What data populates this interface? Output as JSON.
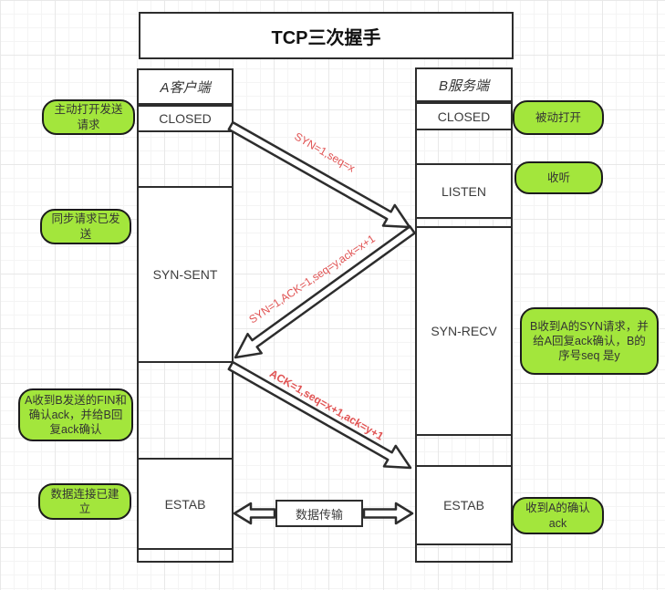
{
  "title": "TCP三次握手",
  "client": {
    "header": "A客户端",
    "states": [
      {
        "id": "closed",
        "label": "CLOSED"
      },
      {
        "id": "syn-sent",
        "label": "SYN-SENT"
      },
      {
        "id": "estab",
        "label": "ESTAB"
      }
    ]
  },
  "server": {
    "header": "B服务端",
    "states": [
      {
        "id": "closed",
        "label": "CLOSED"
      },
      {
        "id": "listen",
        "label": "LISTEN"
      },
      {
        "id": "syn-recv",
        "label": "SYN-RECV"
      },
      {
        "id": "estab",
        "label": "ESTAB"
      }
    ]
  },
  "arrows": {
    "syn_label": "SYN=1,seq=x",
    "syn_ack_label": "SYN=1,ACK=1,seq=y,ack=x+1",
    "ack_label": "ACK=1,seq=x+1,ack=y+1",
    "data_transfer_label": "数据传输"
  },
  "callouts": {
    "left": [
      {
        "id": "active-open",
        "text": "主动打开发送\n请求"
      },
      {
        "id": "syn-sent-note",
        "text": "同步请求已发\n送"
      },
      {
        "id": "fin-ack-note",
        "text": "A收到B发送的FIN和\n确认ack，并给B回\n复ack确认"
      },
      {
        "id": "data-established",
        "text": "数据连接已建\n立"
      }
    ],
    "right": [
      {
        "id": "passive-open",
        "text": "被动打开"
      },
      {
        "id": "listen-note",
        "text": "收听"
      },
      {
        "id": "syn-recv-note",
        "text": "B收到A的SYN请求，并\n给A回复ack确认，B的\n序号seq 是y"
      },
      {
        "id": "ack-received",
        "text": "收到A的确认\nack"
      }
    ]
  },
  "colors": {
    "callout_fill": "#a3e63c",
    "line": "#2d2d2d",
    "arrow_label_red": "#e05252"
  }
}
